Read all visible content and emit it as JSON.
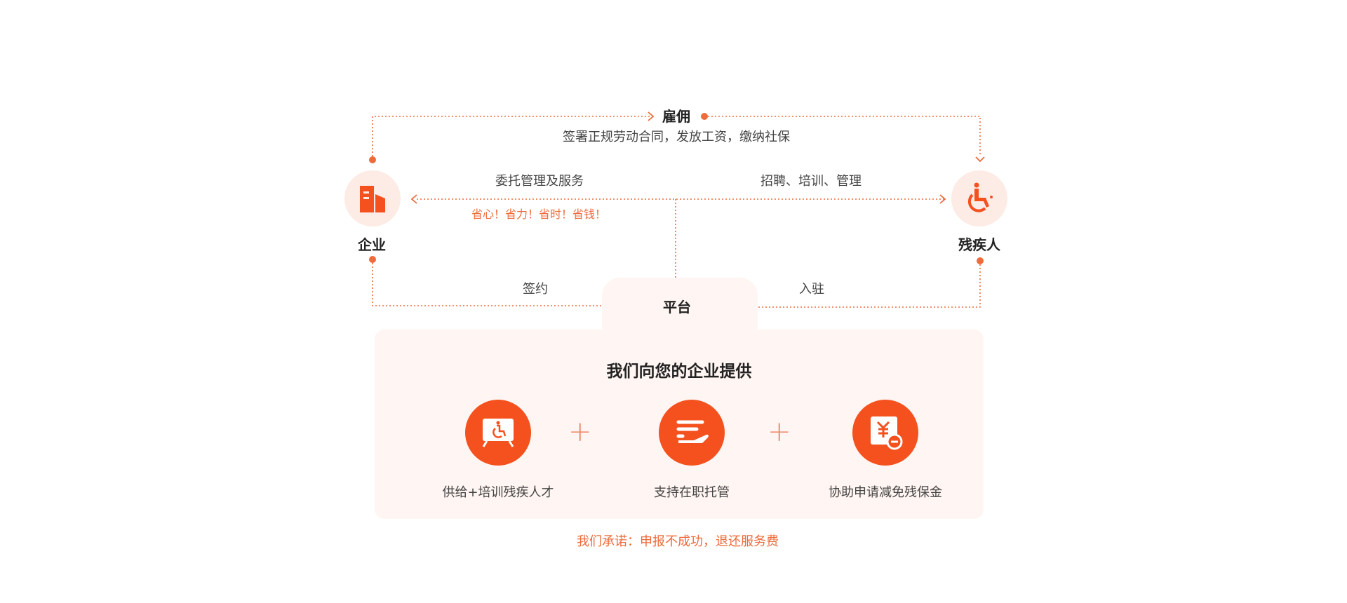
{
  "top_flow": {
    "title": "雇佣",
    "description": "签署正规劳动合同，发放工资，缴纳社保"
  },
  "nodes": {
    "enterprise": {
      "label": "企业",
      "icon": "building-icon"
    },
    "disabled": {
      "label": "残疾人",
      "icon": "wheelchair-icon"
    },
    "platform": {
      "label": "平台"
    }
  },
  "middle_flow": {
    "left_label": "委托管理及服务",
    "slogan": "省心！省力！省时！省钱！",
    "right_label": "招聘、培训、管理"
  },
  "bottom_flow": {
    "left_label": "签约",
    "right_label": "入驻"
  },
  "panel": {
    "title": "我们向您的企业提供",
    "features": [
      {
        "label": "供给+培训残疾人才",
        "icon": "wheelchair-screen-icon"
      },
      {
        "label": "支持在职托管",
        "icon": "hand-care-icon"
      },
      {
        "label": "协助申请减免残保金",
        "icon": "yuan-minus-icon"
      }
    ],
    "plus": "+"
  },
  "promise": "我们承诺：申报不成功，退还服务费",
  "colors": {
    "accent": "#f4511e",
    "line": "#ee6b3b",
    "soft": "#fdebe5",
    "panel": "#fff5f2"
  }
}
